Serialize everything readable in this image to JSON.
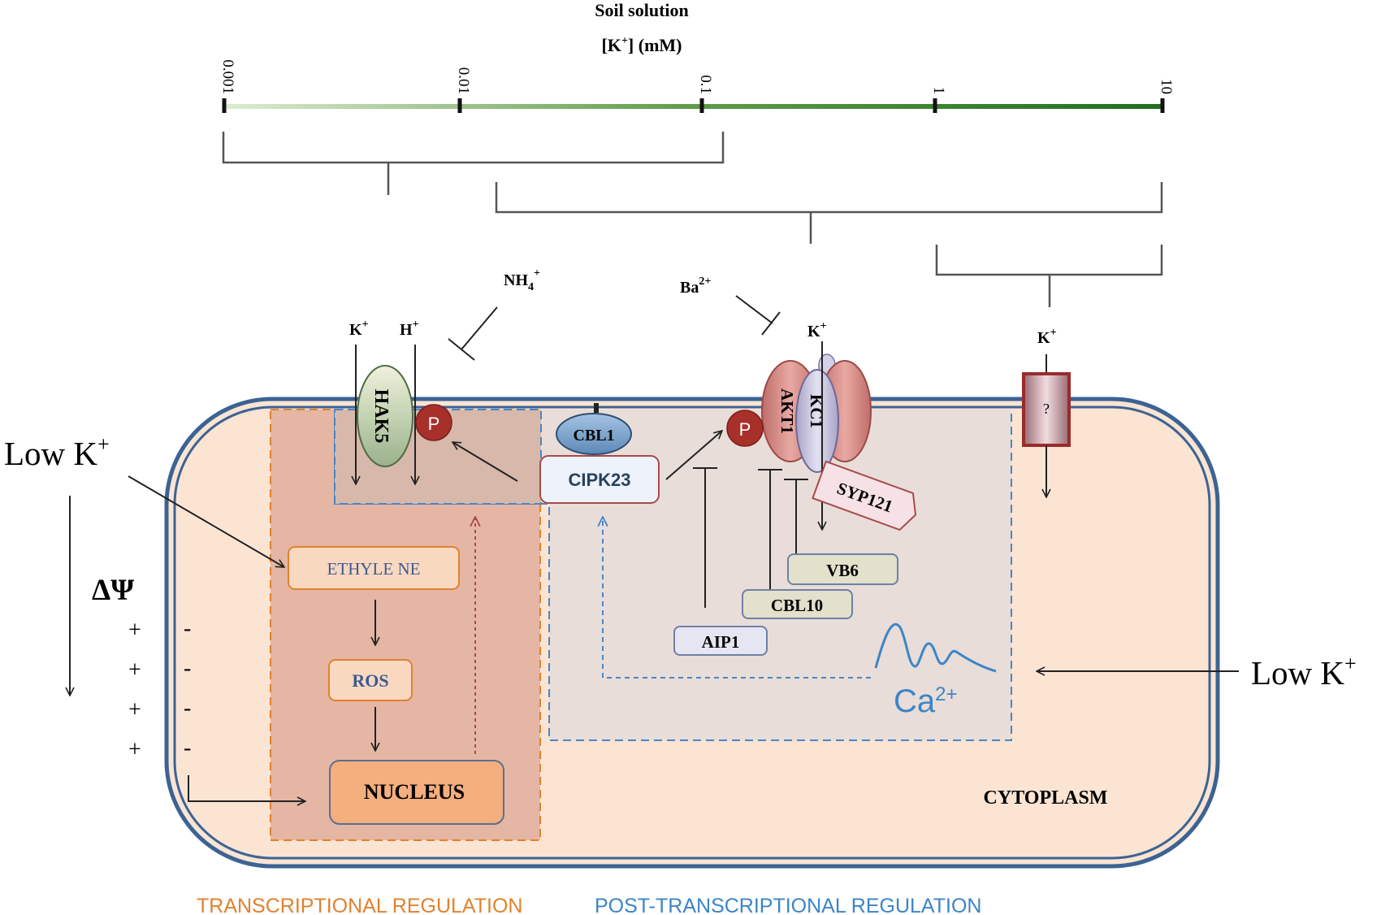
{
  "scale": {
    "title": "Soil solution",
    "unit_prefix": "[K",
    "unit_sup": "+",
    "unit_suffix": "]  (mM)",
    "ticks": [
      "0.001",
      "0.01",
      "0.1",
      "1",
      "10"
    ]
  },
  "inhibitors": {
    "nh4_base": "NH",
    "nh4_sub": "4",
    "nh4_sup": "+",
    "ba_base": "Ba",
    "ba_sup": "2+"
  },
  "ions": {
    "k": "K",
    "h": "H",
    "plus": "+",
    "ca_base": "Ca",
    "ca_sup": "2+"
  },
  "proteins": {
    "hak5": "HAK5",
    "akt1": "AKT1",
    "kc1": "KC1",
    "syp121": "SYP121",
    "unknown": "?",
    "cbl1": "CBL1",
    "cipk23": "CIPK23",
    "phospho": "P",
    "vb6": "VB6",
    "cbl10": "CBL10",
    "aip1": "AIP1"
  },
  "pathway": {
    "ethylene": "ETHYLE NE",
    "ros": "ROS",
    "nucleus": "NUCLEUS",
    "cytoplasm": "CYTOPLASM"
  },
  "signals": {
    "low_k_base": "Low K",
    "low_k_sup": "+",
    "delta_psi": "ΔΨ",
    "plus_sign": "+",
    "minus_sign": "-"
  },
  "legend": {
    "transcriptional": "TRANSCRIPTIONAL REGULATION",
    "post_transcriptional": "POST-TRANSCRIPTIONAL REGULATION"
  },
  "colors": {
    "membrane": "#3b6394",
    "cytoplasm": "#fce4d3",
    "transcriptional": "#e2812e",
    "post_transcriptional": "#3c85c7",
    "phospho": "#a8302b",
    "scale_dark": "#1f6e1f",
    "scale_light": "#dcecd0"
  }
}
